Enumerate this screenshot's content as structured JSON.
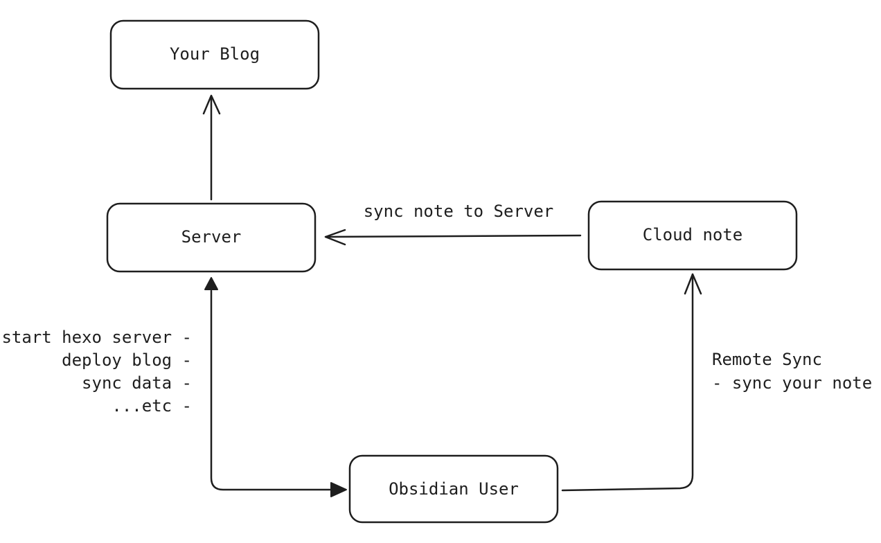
{
  "nodes": {
    "blog": {
      "label": "Your Blog"
    },
    "server": {
      "label": "Server"
    },
    "cloud": {
      "label": "Cloud note"
    },
    "user": {
      "label": "Obsidian User"
    }
  },
  "edges": {
    "cloud_to_server": {
      "label": "sync note to Server"
    },
    "user_server": {
      "lines": [
        "start hexo server -",
        "deploy blog -",
        "sync data -",
        "...etc -"
      ]
    },
    "user_to_cloud": {
      "lines": [
        "Remote Sync",
        "- sync your note"
      ]
    }
  },
  "colors": {
    "stroke": "#1e1e1e",
    "background": "#ffffff"
  }
}
